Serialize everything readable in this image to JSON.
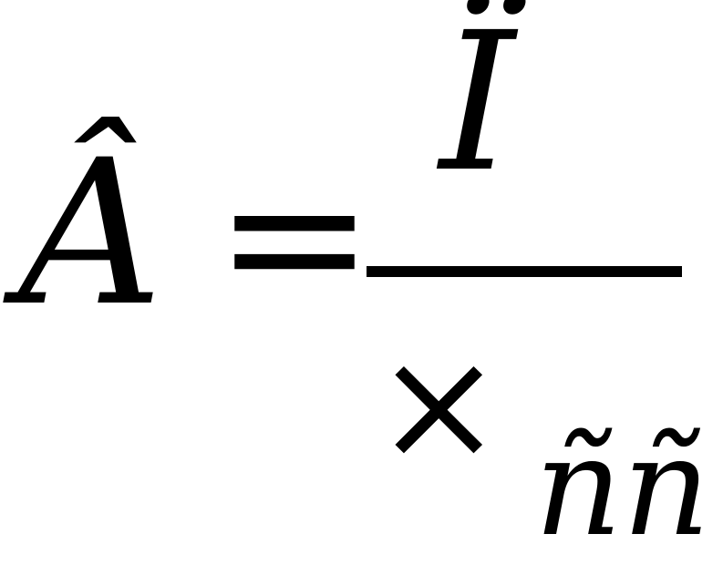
{
  "equation": {
    "lhs": "Â",
    "equals": "=",
    "numerator": "Ï",
    "denominator": "×",
    "subscript": "ññ"
  },
  "colors": {
    "text": "#000000",
    "background": "#ffffff"
  }
}
